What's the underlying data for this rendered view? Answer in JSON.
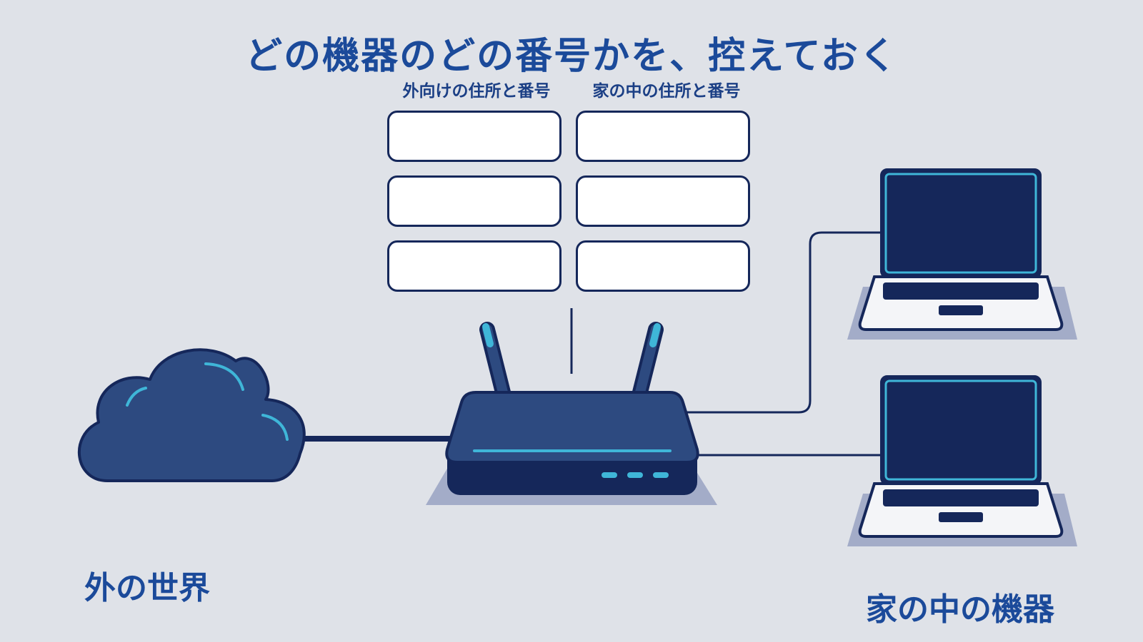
{
  "title": "どの機器のどの番号かを、控えておく",
  "columns": {
    "external": "外向けの住所と番号",
    "internal": "家の中の住所と番号"
  },
  "table": {
    "rows": [
      {
        "external": "",
        "internal": ""
      },
      {
        "external": "",
        "internal": ""
      },
      {
        "external": "",
        "internal": ""
      }
    ]
  },
  "labels": {
    "outside_world": "外の世界",
    "home_devices": "家の中の機器"
  },
  "colors": {
    "background": "#dfe2e8",
    "navy": "#15275a",
    "device_body": "#2d4a80",
    "accent": "#3fb6d8",
    "title_blue": "#1b4a9a"
  },
  "icons": [
    "cloud-icon",
    "router-icon",
    "laptop-icon"
  ]
}
